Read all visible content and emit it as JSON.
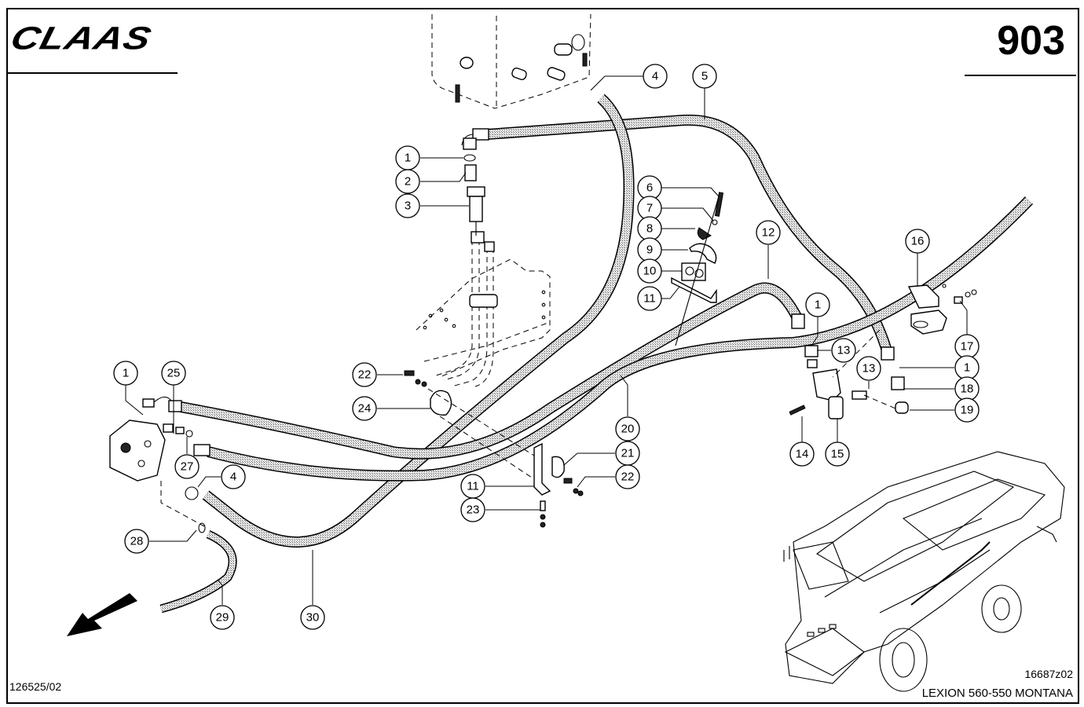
{
  "header": {
    "brand": "CLAAS",
    "page_number": "903"
  },
  "footer": {
    "reference_number": "126525/02",
    "figure_id": "16687z02",
    "model": "LEXION 560-550 MONTANA"
  },
  "callouts": [
    {
      "id": "c1a",
      "label": "1"
    },
    {
      "id": "c2",
      "label": "2"
    },
    {
      "id": "c3",
      "label": "3"
    },
    {
      "id": "c4a",
      "label": "4"
    },
    {
      "id": "c5",
      "label": "5"
    },
    {
      "id": "c6",
      "label": "6"
    },
    {
      "id": "c7",
      "label": "7"
    },
    {
      "id": "c8",
      "label": "8"
    },
    {
      "id": "c9",
      "label": "9"
    },
    {
      "id": "c10",
      "label": "10"
    },
    {
      "id": "c11a",
      "label": "11"
    },
    {
      "id": "c12",
      "label": "12"
    },
    {
      "id": "c1b",
      "label": "1"
    },
    {
      "id": "c13a",
      "label": "13"
    },
    {
      "id": "c13b",
      "label": "13"
    },
    {
      "id": "c16",
      "label": "16"
    },
    {
      "id": "c17",
      "label": "17"
    },
    {
      "id": "c1c",
      "label": "1"
    },
    {
      "id": "c18",
      "label": "18"
    },
    {
      "id": "c19",
      "label": "19"
    },
    {
      "id": "c14",
      "label": "14"
    },
    {
      "id": "c15",
      "label": "15"
    },
    {
      "id": "c22a",
      "label": "22"
    },
    {
      "id": "c24",
      "label": "24"
    },
    {
      "id": "c20",
      "label": "20"
    },
    {
      "id": "c21",
      "label": "21"
    },
    {
      "id": "c22b",
      "label": "22"
    },
    {
      "id": "c11b",
      "label": "11"
    },
    {
      "id": "c23",
      "label": "23"
    },
    {
      "id": "c1d",
      "label": "1"
    },
    {
      "id": "c25",
      "label": "25"
    },
    {
      "id": "c27",
      "label": "27"
    },
    {
      "id": "c4b",
      "label": "4"
    },
    {
      "id": "c28",
      "label": "28"
    },
    {
      "id": "c29",
      "label": "29"
    },
    {
      "id": "c30",
      "label": "30"
    }
  ],
  "icons": {
    "direction_arrow": "forward-direction-arrow-icon",
    "machine_overview": "combine-harvester-illustration"
  }
}
